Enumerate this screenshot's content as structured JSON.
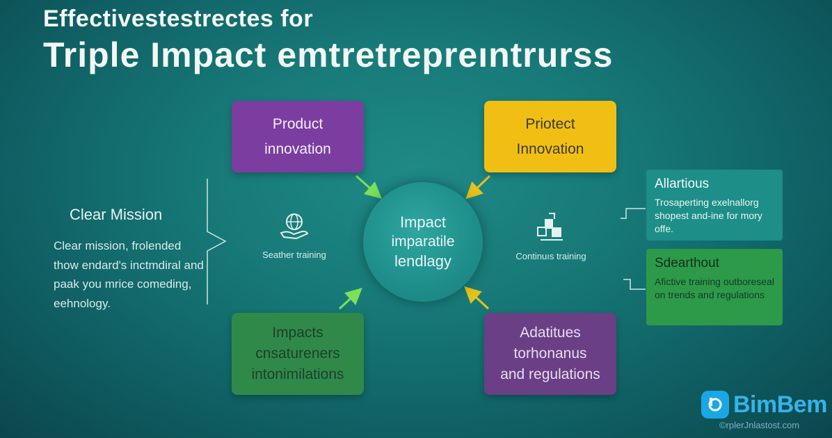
{
  "title": {
    "line1": "Effectivestestrectes for",
    "line2": "Triple Impact emtretrepreıntrurss"
  },
  "boxes": {
    "top_left": {
      "line1": "Product",
      "line2": "innovation"
    },
    "top_right": {
      "line1": "Priotect",
      "line2": "Innovation"
    },
    "bottom_left": {
      "line1": "Impacts",
      "line2": "cnsatureners",
      "line3": "intonimilations"
    },
    "bottom_right": {
      "line1": "Adatitues",
      "line2": "torhonanus",
      "line3": "and regulations"
    }
  },
  "center": {
    "line1": "Impact",
    "line2": "imparatile",
    "line3": "lendlagy"
  },
  "mission": {
    "title": "Clear Mission",
    "body": "Clear mission, frolended thow endard's inctmdiral and paak you mrice comeding, eehnology."
  },
  "icons": {
    "left": {
      "label": "Seather training",
      "icon": "globe-hand-icon"
    },
    "right": {
      "label": "Continuıs training",
      "icon": "growth-blocks-icon"
    }
  },
  "side_panels": {
    "top": {
      "title": "Allartious",
      "body": "Trosaperting exelnallorg shopest and-ine for mory offe."
    },
    "bottom": {
      "title": "Sdearthout",
      "body": "Afictive training outboreseal on trends and regulations"
    }
  },
  "colors": {
    "purple": "#7b3ea0",
    "yellow": "#f1bf14",
    "green": "#2f8a4a",
    "dark_purple": "#6a3f86",
    "teal": "#1d8e88",
    "arrow_green": "#7be05a",
    "arrow_yellow": "#e6c21a"
  },
  "logo": {
    "text": "BimBem",
    "url": "©rplerJnlastost.com"
  }
}
